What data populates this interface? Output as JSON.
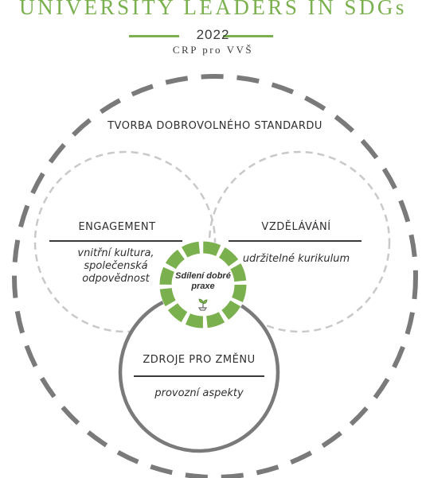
{
  "header": {
    "title": "UNIVERSITY LEADERS IN SDGs",
    "year": "2022",
    "subtitle": "CRP pro VVŠ"
  },
  "diagram": {
    "outer_label": "TVORBA DOBROVOLNÉHO STANDARDU",
    "left": {
      "title": "ENGAGEMENT",
      "text": "vnitřní kultura, společenská odpovědnost"
    },
    "right": {
      "title": "VZDĚLÁVÁNÍ",
      "text": "udržitelné kurikulum"
    },
    "bottom": {
      "title": "ZDROJE PRO ZMĚNU",
      "text": "provozní aspekty"
    },
    "center": {
      "label": "Sdílení dobré praxe",
      "icon": "sprout-icon"
    }
  },
  "colors": {
    "accent_green": "#7ab04e",
    "outer_dash": "#7a7a7a",
    "inner_dash": "#c9c9c9",
    "solid_ring": "#7a7a7a",
    "text": "#2f2f2f"
  }
}
